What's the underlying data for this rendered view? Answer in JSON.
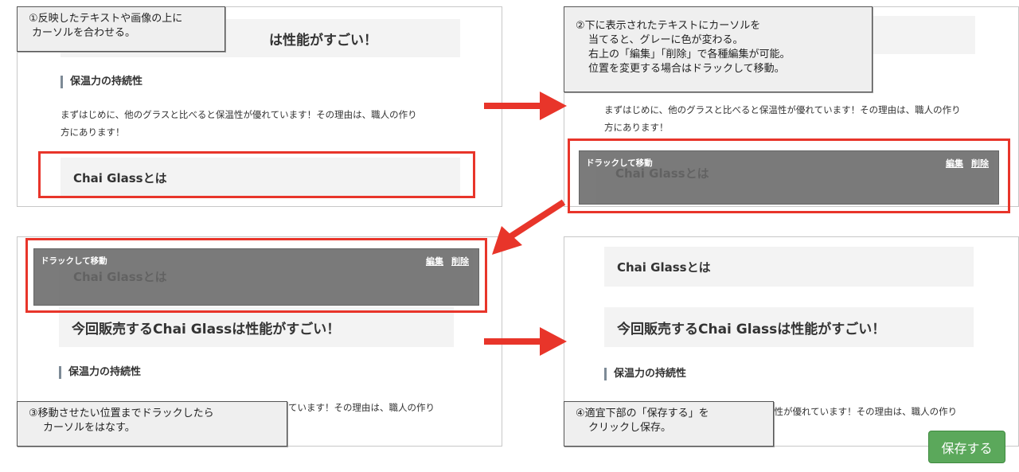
{
  "notes": {
    "step1": [
      "①反映したテキストや画像の上に",
      "カーソルを合わせる。"
    ],
    "step2": [
      "②下に表示されたテキストにカーソルを",
      "当てると、グレーに色が変わる。",
      "右上の「編集」「削除」で各種編集が可能。",
      "位置を変更する場合はドラックして移動。"
    ],
    "step3": [
      "③移動させたい位置までドラックしたら",
      "カーソルをはなす。"
    ],
    "step4": [
      "④適宜下部の「保存する」を",
      "クリックし保存。"
    ]
  },
  "content": {
    "heading_main": "今回販売するChai Glassは性能がすごい！",
    "heading_main_partial": "は性能がすごい！",
    "subheading": "保温力の持続性",
    "para_line1": "まずはじめに、他のグラスと比べると保温性が優れています！その理由は、職人の作り",
    "para_line2": "方にあります！",
    "para_line1_partial_p3": "ています！その理由は、職人の作り",
    "para_line1_partial_p4": "温性が優れています！その理由は、職人の作り",
    "heading_chai": "Chai Glassとは"
  },
  "overlay": {
    "drag_label": "ドラックして移動",
    "edit": "編集",
    "delete": "削除"
  },
  "save_button": "保存する",
  "colors": {
    "highlight": "#e8352a",
    "overlay": "#6b6b6b",
    "save": "#5ba85b"
  }
}
